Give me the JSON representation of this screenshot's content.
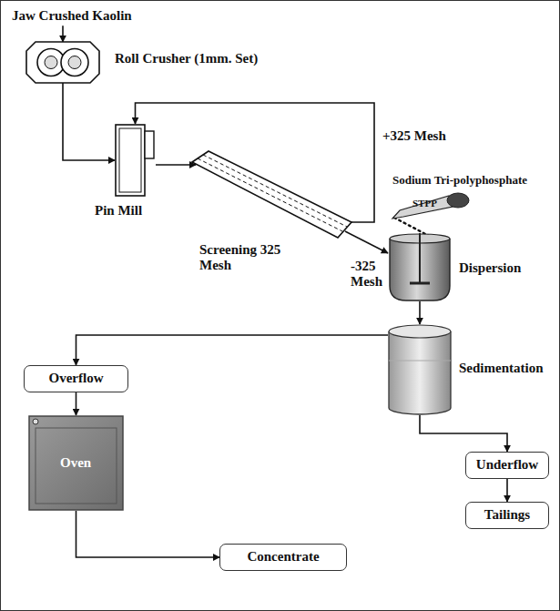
{
  "diagram": {
    "nodes": [
      {
        "text": [
          "Jaw Crushed Kaolin"
        ]
      },
      {
        "text": [
          "Roll Crusher (1mm. Set)"
        ]
      },
      {
        "text": [
          "Pin Mill"
        ]
      },
      {
        "text": [
          "Screening 325 Mesh"
        ]
      },
      {
        "text": [
          "Dispersion"
        ]
      },
      {
        "text": [
          "Sodium Tri-polyphosphate",
          "STPP"
        ]
      },
      {
        "text": [
          "Sedimentation"
        ]
      },
      {
        "text": [
          "Overflow"
        ]
      },
      {
        "text": [
          "Oven"
        ]
      },
      {
        "text": [
          "Concentrate"
        ]
      },
      {
        "text": [
          "Underflow"
        ]
      },
      {
        "text": [
          "Tailings"
        ]
      }
    ],
    "edges": [
      {
        "from": 0,
        "to": 1,
        "arrow": "to"
      },
      {
        "from": 1,
        "to": 2,
        "arrow": "to"
      },
      {
        "from": 2,
        "to": 3,
        "arrow": "to"
      },
      {
        "from": 3,
        "to": 2,
        "label": "+325 Mesh",
        "arrow": "to"
      },
      {
        "from": 3,
        "to": 4,
        "label": "-325 Mesh",
        "arrow": "to"
      },
      {
        "from": 5,
        "to": 4,
        "arrow": "none"
      },
      {
        "from": 4,
        "to": 6,
        "arrow": "to"
      },
      {
        "from": 6,
        "to": 7,
        "arrow": "to"
      },
      {
        "from": 7,
        "to": 8,
        "arrow": "to"
      },
      {
        "from": 8,
        "to": 9,
        "arrow": "to"
      },
      {
        "from": 6,
        "to": 10,
        "arrow": "to"
      },
      {
        "from": 10,
        "to": 11,
        "arrow": "to"
      }
    ]
  }
}
